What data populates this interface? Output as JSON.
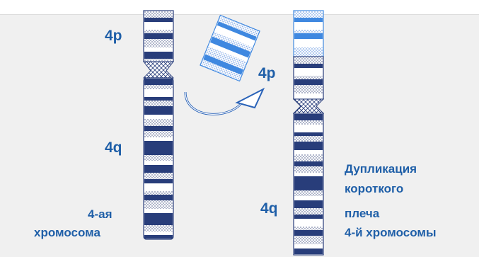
{
  "caption_fragment": "",
  "labels": {
    "left_p_arm": "4p",
    "left_q_arm": "4q",
    "left_caption_line1": "4-ая",
    "left_caption_line2": "хромосома",
    "right_p_arm": "4p",
    "right_q_arm": "4q",
    "right_caption_line1": "Дупликация",
    "right_caption_line2": "короткого",
    "right_caption_line3": "плеча",
    "right_caption_line4": "4-й хромосомы"
  },
  "colors": {
    "background": "#f0f0f0",
    "label_blue": "#1f5fa8",
    "band_dark": "#283d7a",
    "band_duplicated": "#3f88e0",
    "arrow_blue": "#2a63b8"
  }
}
